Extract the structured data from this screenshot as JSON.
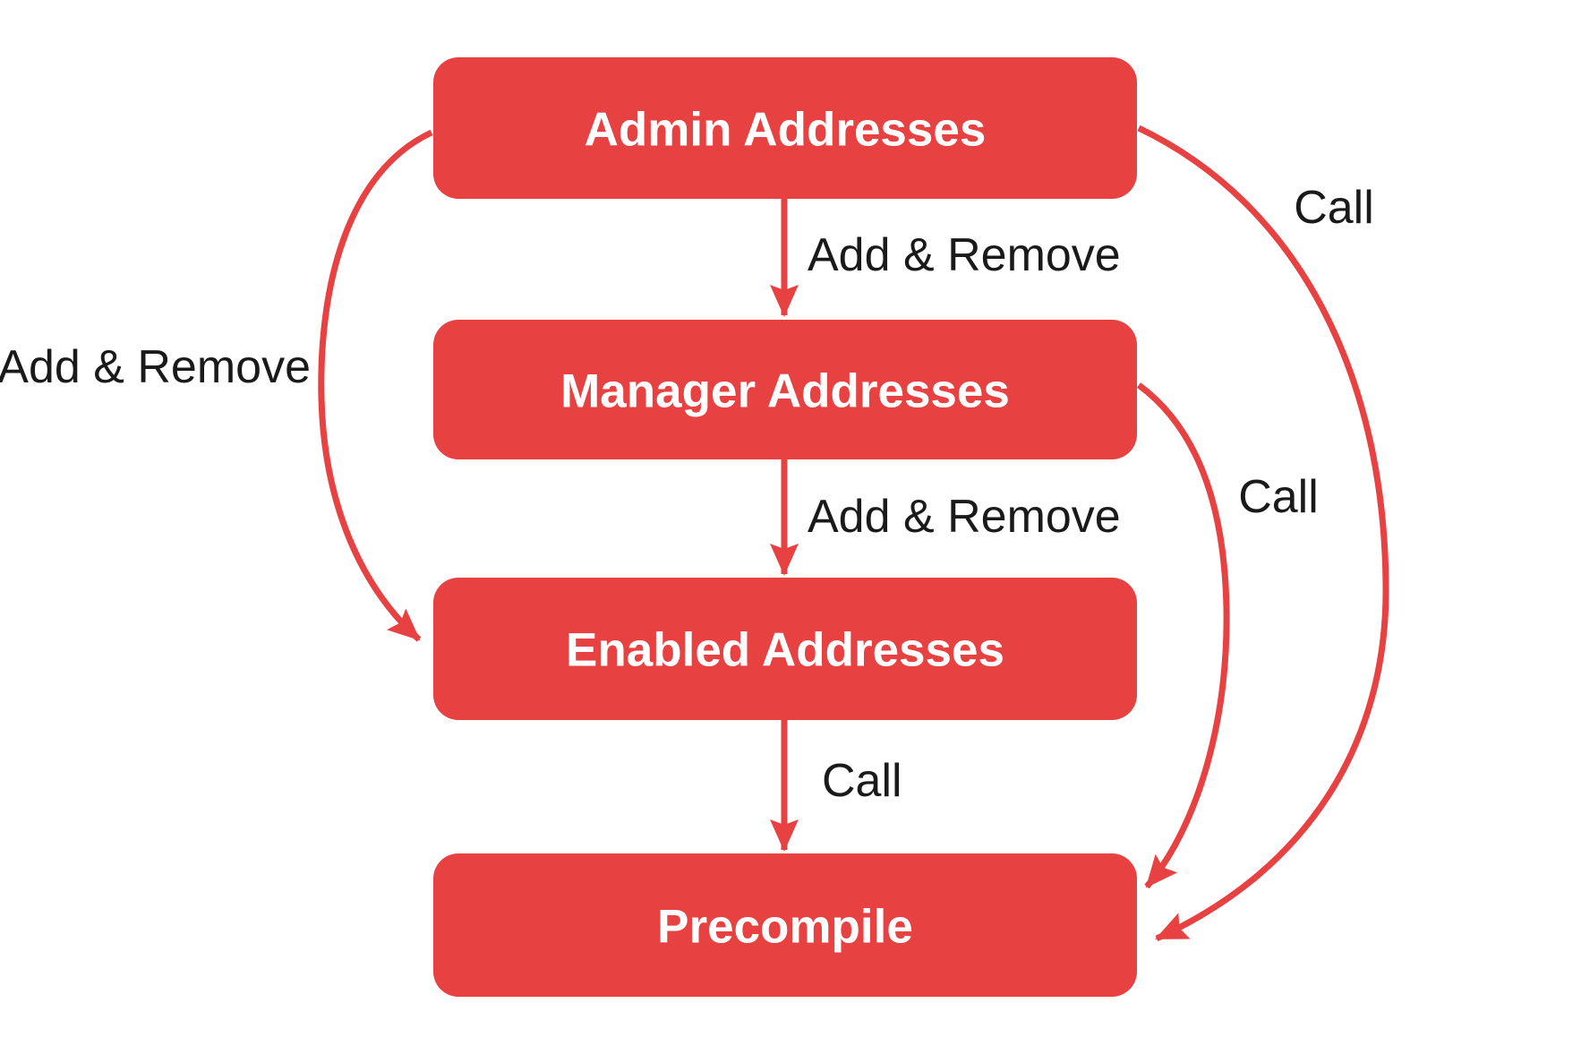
{
  "diagram": {
    "type": "flowchart",
    "direction": "top-down",
    "colors": {
      "accent": "#E84142",
      "node_text": "#FFFFFF",
      "label_text": "#1A1A1A",
      "background": "#FFFFFF"
    },
    "nodes": [
      {
        "id": "admin",
        "label": "Admin Addresses"
      },
      {
        "id": "manager",
        "label": "Manager Addresses"
      },
      {
        "id": "enabled",
        "label": "Enabled Addresses"
      },
      {
        "id": "precompile",
        "label": "Precompile"
      }
    ],
    "edges": [
      {
        "from": "admin",
        "to": "manager",
        "label": "Add & Remove",
        "shape": "straight-down"
      },
      {
        "from": "manager",
        "to": "enabled",
        "label": "Add & Remove",
        "shape": "straight-down"
      },
      {
        "from": "enabled",
        "to": "precompile",
        "label": "Call",
        "shape": "straight-down"
      },
      {
        "from": "admin",
        "to": "enabled",
        "label": "Add & Remove",
        "shape": "curve-left"
      },
      {
        "from": "manager",
        "to": "precompile",
        "label": "Call",
        "shape": "curve-right-inner"
      },
      {
        "from": "admin",
        "to": "precompile",
        "label": "Call",
        "shape": "curve-right-outer"
      }
    ]
  }
}
